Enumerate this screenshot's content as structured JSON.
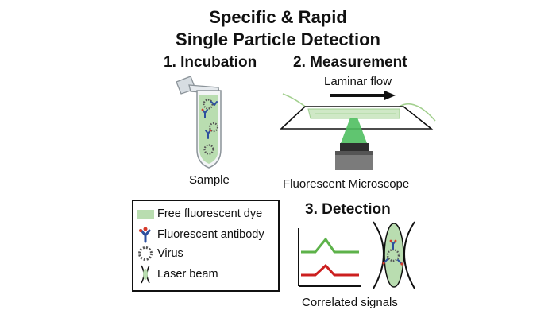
{
  "title": {
    "line1": "Specific & Rapid",
    "line2": "Single Particle Detection"
  },
  "steps": {
    "incubation": "1. Incubation",
    "measurement": "2. Measurement",
    "detection": "3. Detection"
  },
  "labels": {
    "sample": "Sample",
    "laminar_flow": "Laminar flow",
    "microscope": "Fluorescent Microscope",
    "correlated_signals": "Correlated signals"
  },
  "legend": {
    "items": [
      {
        "label": "Free fluorescent dye",
        "icon": "dye-swatch-icon"
      },
      {
        "label": "Fluorescent antibody",
        "icon": "antibody-icon"
      },
      {
        "label": "Virus",
        "icon": "virus-icon"
      },
      {
        "label": "Laser beam",
        "icon": "laser-beam-icon"
      }
    ]
  },
  "colors": {
    "dye": "#b9ddb0",
    "green_signal": "#5db24a",
    "red_signal": "#cc1f1f",
    "laser": "#4fbf60",
    "antibody_blue": "#2d4f9e",
    "antibody_red": "#d63a2a"
  }
}
